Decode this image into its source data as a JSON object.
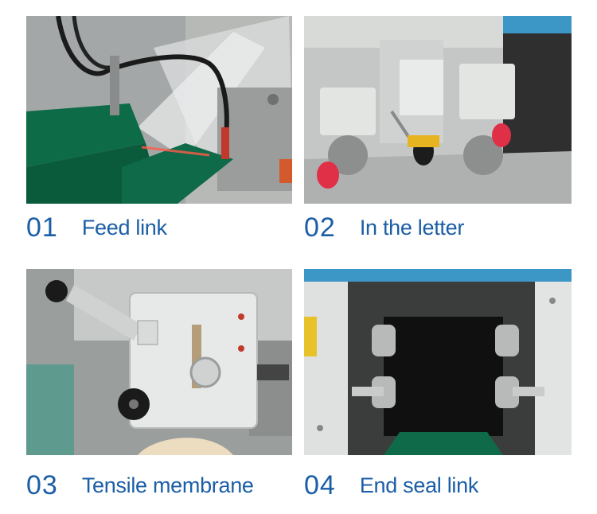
{
  "panels": [
    {
      "number": "01",
      "label": "Feed link"
    },
    {
      "number": "02",
      "label": "In the letter"
    },
    {
      "number": "03",
      "label": "Tensile membrane"
    },
    {
      "number": "04",
      "label": "End seal link"
    }
  ],
  "colors": {
    "caption": "#1b5ea6",
    "machine_blue": "#3d97c6",
    "felt_green": "#0e6a48",
    "knob_red": "#e03048"
  }
}
